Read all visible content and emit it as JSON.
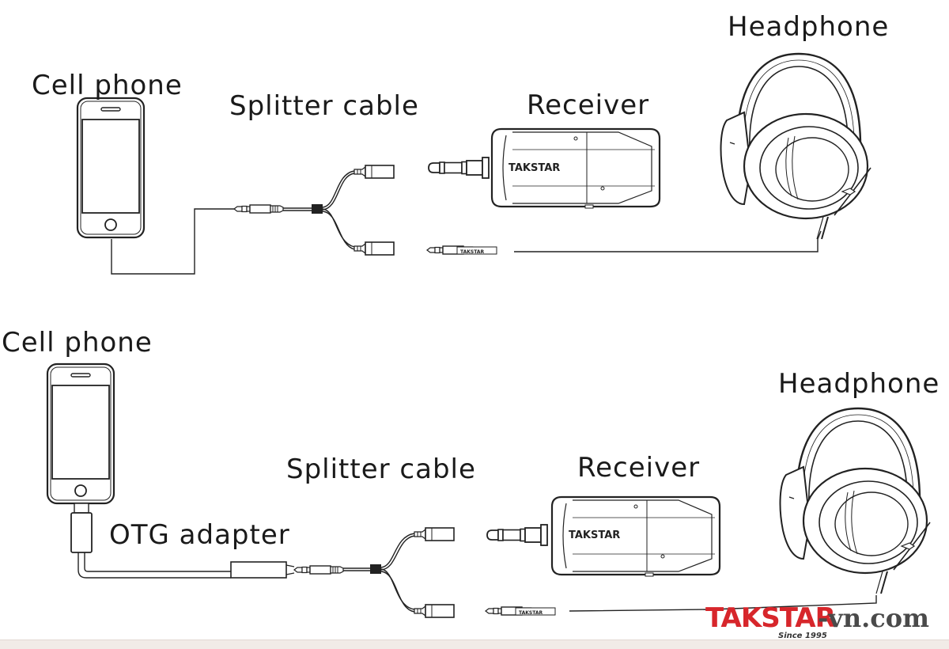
{
  "labels": {
    "top_cell_phone": "Cell phone",
    "top_splitter": "Splitter cable",
    "top_receiver": "Receiver",
    "top_headphone": "Headphone",
    "bottom_cell_phone": "Cell phone",
    "bottom_otg": "OTG adapter",
    "bottom_splitter": "Splitter cable",
    "bottom_receiver": "Receiver",
    "bottom_headphone": "Headphone"
  },
  "receiver_brand": "TAKSTAR",
  "plug_brand": "TAKSTAR",
  "watermark": {
    "brand": "TAKSTAR",
    "domain": "-vn.com",
    "tagline": "Since 1995",
    "colors": {
      "brand": "#d7262b",
      "domain": "#4a4a4a"
    }
  },
  "colors": {
    "line": "#2a2a2a",
    "text": "#1a1a1a",
    "band": "#f1ebe7"
  }
}
